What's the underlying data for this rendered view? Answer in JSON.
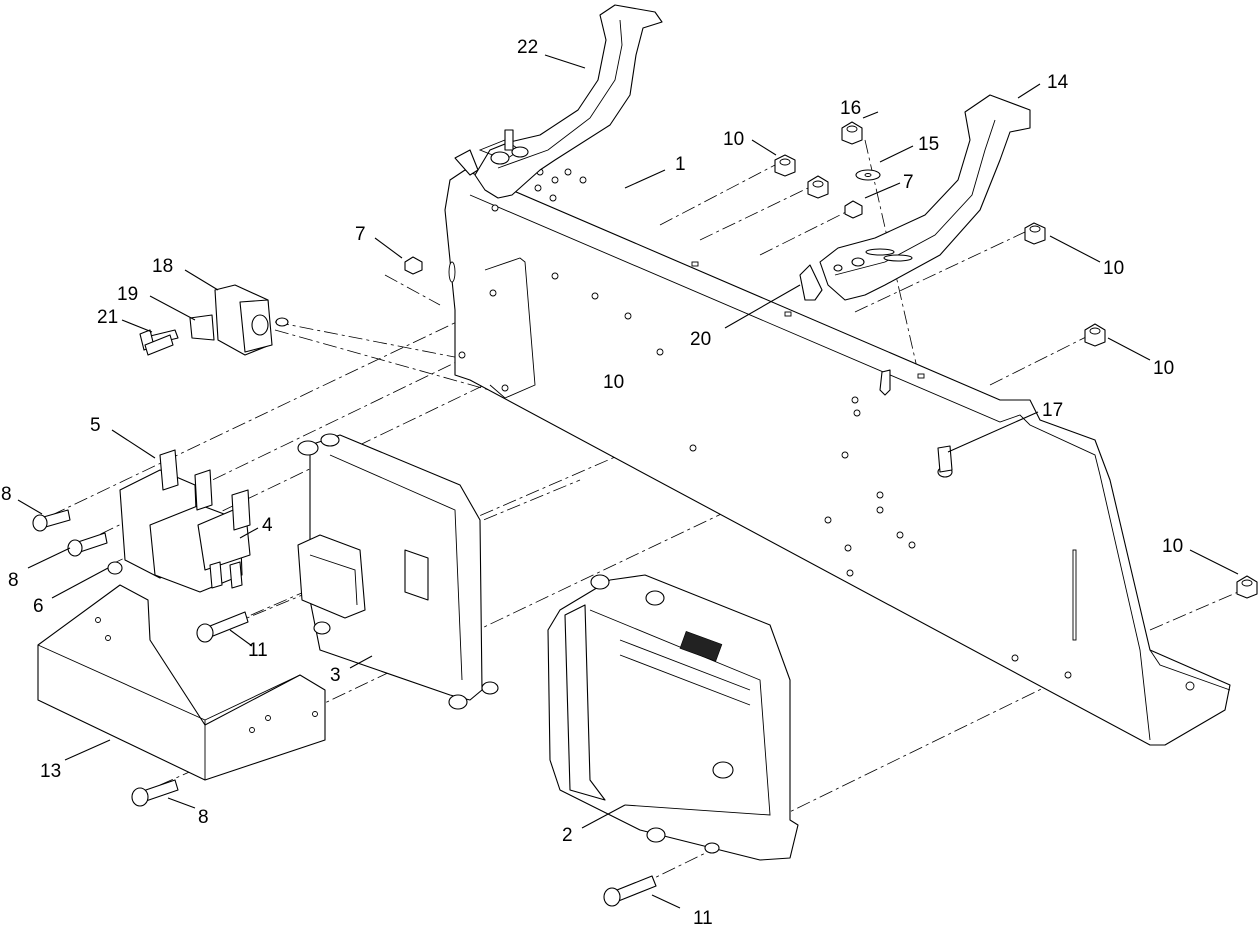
{
  "callouts": [
    {
      "id": "c1",
      "text": "1"
    },
    {
      "id": "c2",
      "text": "2"
    },
    {
      "id": "c3",
      "text": "3"
    },
    {
      "id": "c4",
      "text": "4"
    },
    {
      "id": "c5",
      "text": "5"
    },
    {
      "id": "c6",
      "text": "6"
    },
    {
      "id": "c7a",
      "text": "7"
    },
    {
      "id": "c7b",
      "text": "7"
    },
    {
      "id": "c8a",
      "text": "8"
    },
    {
      "id": "c8b",
      "text": "8"
    },
    {
      "id": "c8c",
      "text": "8"
    },
    {
      "id": "c10a",
      "text": "10"
    },
    {
      "id": "c10b",
      "text": "10"
    },
    {
      "id": "c10c",
      "text": "10"
    },
    {
      "id": "c10d",
      "text": "10"
    },
    {
      "id": "c10e",
      "text": "10"
    },
    {
      "id": "c11a",
      "text": "11"
    },
    {
      "id": "c11b",
      "text": "11"
    },
    {
      "id": "c13",
      "text": "13"
    },
    {
      "id": "c14",
      "text": "14"
    },
    {
      "id": "c15",
      "text": "15"
    },
    {
      "id": "c16",
      "text": "16"
    },
    {
      "id": "c17",
      "text": "17"
    },
    {
      "id": "c18",
      "text": "18"
    },
    {
      "id": "c19",
      "text": "19"
    },
    {
      "id": "c20",
      "text": "20"
    },
    {
      "id": "c21",
      "text": "21"
    },
    {
      "id": "c22",
      "text": "22"
    }
  ]
}
